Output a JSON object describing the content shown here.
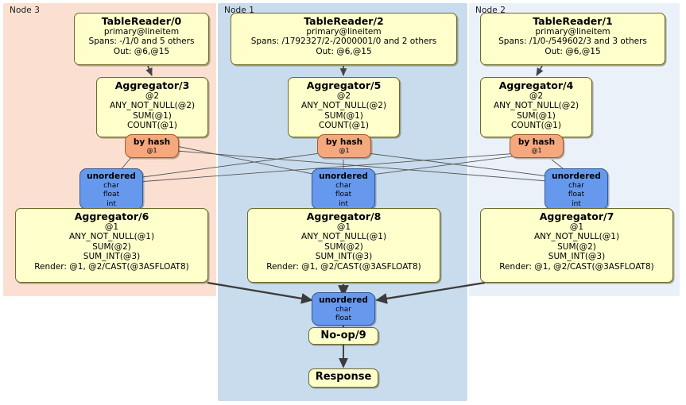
{
  "diagram": {
    "title": "distributed-query-plan",
    "colors": {
      "node3_panel": "#fbe0d2",
      "node1_panel": "#c9dced",
      "node2_panel": "#eaf1f9",
      "processor_box": "#ffffcc",
      "hash_router": "#f5a87e",
      "unordered_sync": "#6699ee"
    }
  },
  "panels": [
    {
      "id": "node3",
      "label": "Node 3"
    },
    {
      "id": "node1",
      "label": "Node 1"
    },
    {
      "id": "node2",
      "label": "Node 2"
    }
  ],
  "table_readers": [
    {
      "title": "TableReader/0",
      "table": "primary@lineitem",
      "spans": "Spans: -/1/0 and 5 others",
      "out": "Out: @6,@15"
    },
    {
      "title": "TableReader/2",
      "table": "primary@lineitem",
      "spans": "Spans: /1792327/2-/2000001/0 and 2 others",
      "out": "Out: @6,@15"
    },
    {
      "title": "TableReader/1",
      "table": "primary@lineitem",
      "spans": "Spans: /1/0-/549602/3 and 3 others",
      "out": "Out: @6,@15"
    }
  ],
  "aggregators_top": [
    {
      "title": "Aggregator/3",
      "group": "@2",
      "agg1": "ANY_NOT_NULL(@2)",
      "agg2": "SUM(@1)",
      "agg3": "COUNT(@1)"
    },
    {
      "title": "Aggregator/5",
      "group": "@2",
      "agg1": "ANY_NOT_NULL(@2)",
      "agg2": "SUM(@1)",
      "agg3": "COUNT(@1)"
    },
    {
      "title": "Aggregator/4",
      "group": "@2",
      "agg1": "ANY_NOT_NULL(@2)",
      "agg2": "SUM(@1)",
      "agg3": "COUNT(@1)"
    }
  ],
  "hash_routers": [
    {
      "title": "by hash",
      "column": "@1"
    },
    {
      "title": "by hash",
      "column": "@1"
    },
    {
      "title": "by hash",
      "column": "@1"
    }
  ],
  "sync_mid": [
    {
      "title": "unordered",
      "type1": "char",
      "type2": "float",
      "type3": "int"
    },
    {
      "title": "unordered",
      "type1": "char",
      "type2": "float",
      "type3": "int"
    },
    {
      "title": "unordered",
      "type1": "char",
      "type2": "float",
      "type3": "int"
    }
  ],
  "aggregators_bottom": [
    {
      "title": "Aggregator/6",
      "group": "@1",
      "agg1": "ANY_NOT_NULL(@1)",
      "agg2": "SUM(@2)",
      "agg3": "SUM_INT(@3)",
      "render": "Render: @1, @2/CAST(@3ASFLOAT8)"
    },
    {
      "title": "Aggregator/8",
      "group": "@1",
      "agg1": "ANY_NOT_NULL(@1)",
      "agg2": "SUM(@2)",
      "agg3": "SUM_INT(@3)",
      "render": "Render: @1, @2/CAST(@3ASFLOAT8)"
    },
    {
      "title": "Aggregator/7",
      "group": "@1",
      "agg1": "ANY_NOT_NULL(@1)",
      "agg2": "SUM(@2)",
      "agg3": "SUM_INT(@3)",
      "render": "Render: @1, @2/CAST(@3ASFLOAT8)"
    }
  ],
  "final_sync": {
    "title": "unordered",
    "type1": "char",
    "type2": "float"
  },
  "noop": {
    "title": "No-op/9"
  },
  "response": {
    "title": "Response"
  }
}
